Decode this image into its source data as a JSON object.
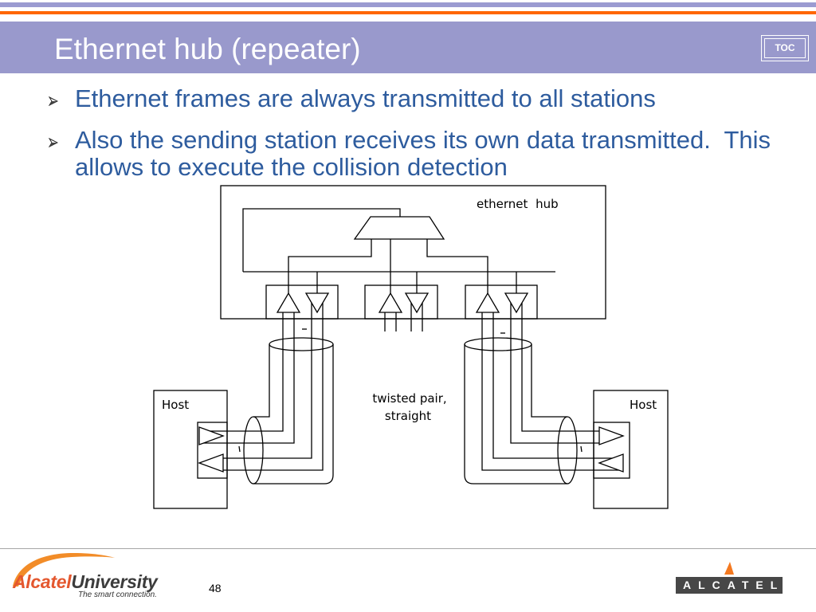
{
  "slide": {
    "title": "Ethernet hub (repeater)",
    "toc_button": "TOC",
    "bullets": [
      "Ethernet frames are always transmitted to all stations",
      "Also the sending station receives its own data transmitted.  This allows to execute the collision detection"
    ],
    "bullet_icon": "arrowhead-bullet"
  },
  "diagram": {
    "hub_label": "ethernet hub",
    "cable_label": [
      "twisted pair,",
      "straight"
    ],
    "host_labels": [
      "Host",
      "Host"
    ]
  },
  "footer": {
    "page_number": "48",
    "left_logo": {
      "brand": "Alcatel",
      "brand_suffix": "University",
      "tagline": "The smart connection."
    },
    "right_logo": {
      "wordmark": "ALCATEL"
    }
  },
  "theme": {
    "title_bar": "#9999cc",
    "accent_line": "#ff6600",
    "bullet_text": "#2e5c9e",
    "logo_orange": "#e4572e"
  }
}
